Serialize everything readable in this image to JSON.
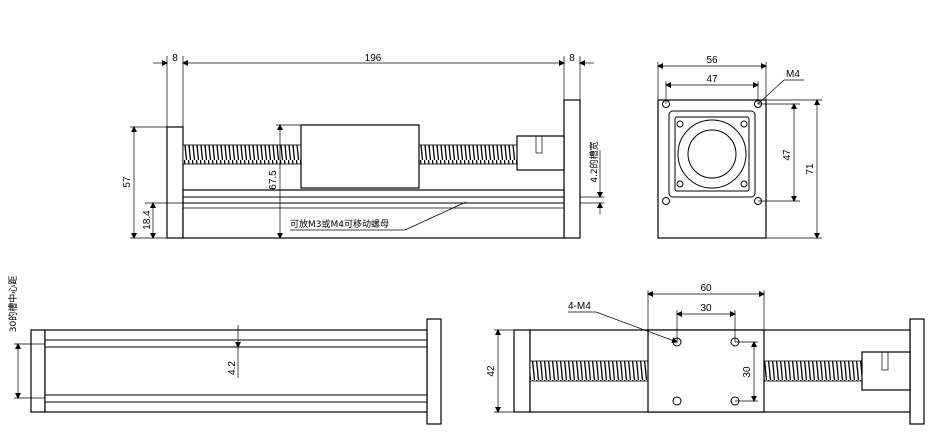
{
  "front_view": {
    "dim_left_flange": "8",
    "dim_length": "196",
    "dim_right_flange": "8",
    "dim_height": "57",
    "dim_carriage_height": "67.5",
    "dim_slot_height": "18.4",
    "dim_slot_width": "4.2的槽宽",
    "note_nut": "可放M3或M4可移动螺母"
  },
  "end_view": {
    "dim_width": "56",
    "dim_hole_spacing_h": "47",
    "dim_hole_spacing_v": "47",
    "dim_height": "71",
    "label_thread": "M4"
  },
  "bottom_view": {
    "dim_slot_center": "30的槽中心距",
    "dim_slot_width": "4.2"
  },
  "top_view": {
    "dim_plate_holes": "60",
    "dim_inner_holes": "30",
    "dim_height": "42",
    "dim_vertical_holes": "30",
    "label_holes": "4-M4"
  }
}
